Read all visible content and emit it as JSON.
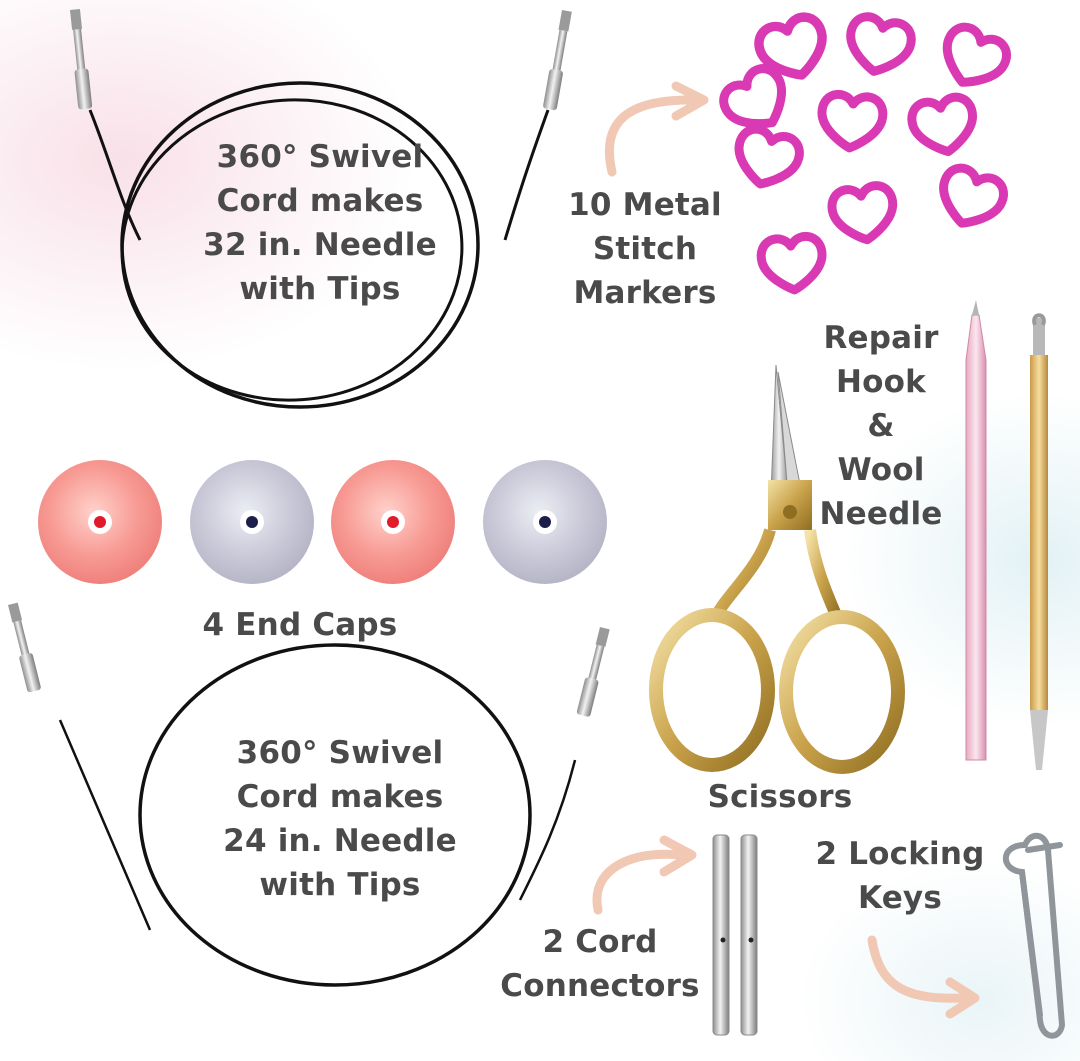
{
  "labels": {
    "cord_32": [
      "360° Swivel",
      "Cord makes",
      "32 in. Needle",
      "with Tips"
    ],
    "stitch_markers": [
      "10 Metal",
      "Stitch",
      "Markers"
    ],
    "repair_hook": [
      "Repair",
      "Hook",
      "&",
      "Wool",
      "Needle"
    ],
    "end_caps": "4 End Caps",
    "cord_24": [
      "360° Swivel",
      "Cord makes",
      "24 in. Needle",
      "with Tips"
    ],
    "scissors": "Scissors",
    "cord_connectors": [
      "2 Cord",
      "Connectors"
    ],
    "locking_keys": [
      "2 Locking",
      "Keys"
    ]
  },
  "colors": {
    "text": "#4a4a4a",
    "marker_pink": "#d93ab4",
    "cap_pink": "#f79a93",
    "cap_gray": "#c9c9d8",
    "arrow": "#f0c8b4",
    "gold": "#c9a24a",
    "cord": "#111111"
  }
}
